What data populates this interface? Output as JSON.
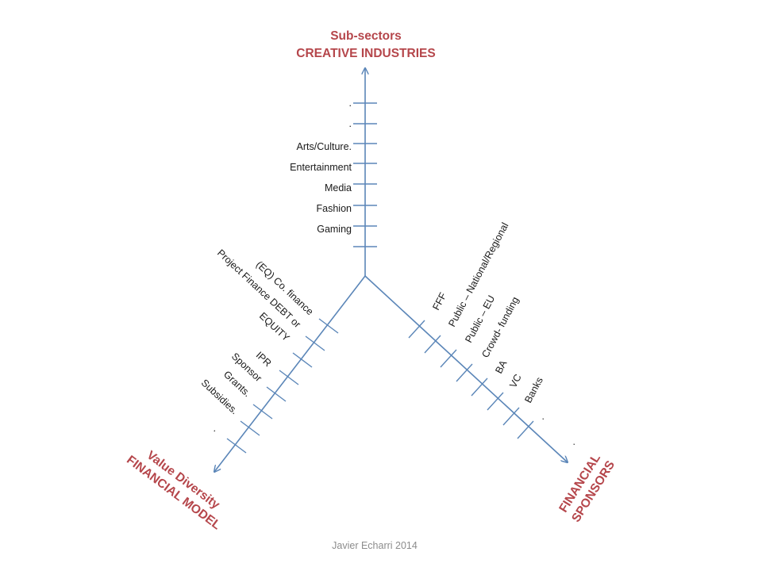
{
  "top_axis": {
    "title_line1": "Sub-sectors",
    "title_line2": "CREATIVE INDUSTRIES",
    "labels": [
      ".",
      ".",
      "Arts/Culture.",
      "Entertainment",
      "Media",
      "Fashion",
      "Gaming"
    ]
  },
  "left_axis": {
    "title_line1": "Value Diversity",
    "title_line2": "FINANCIAL MODEL",
    "labels": [
      "(EQ) Co. finance",
      "Project Finance DEBT or",
      "EQUITY",
      "IPR",
      "Sponsor",
      "Grants.",
      "Subsidies.",
      "."
    ]
  },
  "right_axis": {
    "title_line1": "FINANCIAL",
    "title_line2": "SPONSORS",
    "labels": [
      "FFF",
      "Public – National/Regional",
      "Public – EU",
      "Crowd- funding",
      "BA",
      "VC",
      "Banks",
      ".",
      "."
    ]
  },
  "credit": "Javier Echarri 2014",
  "colors": {
    "axis": "#5b86b8",
    "title": "#b5464b",
    "text": "#1a1a1a",
    "credit": "#8c8c8c"
  }
}
